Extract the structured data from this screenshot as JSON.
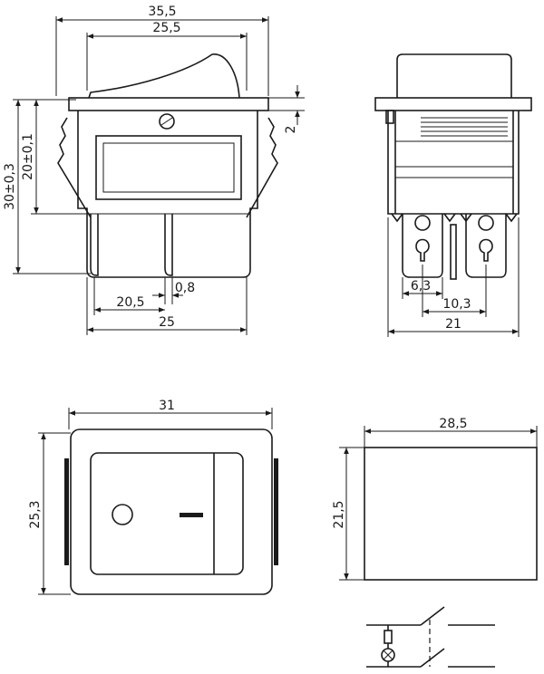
{
  "front_view": {
    "dims": {
      "overall_width": "35,5",
      "rocker_width": "25,5",
      "flange_thickness": "2",
      "total_height": "30±0,3",
      "body_height": "20±0,1",
      "terminal_thickness": "0,8",
      "terminal_spacing": "20,5",
      "body_width": "25"
    }
  },
  "side_view": {
    "dims": {
      "tab_width": "6,3",
      "tab_spacing": "10,3",
      "body_depth": "21"
    }
  },
  "top_view": {
    "dims": {
      "width": "31",
      "height": "25,3"
    },
    "symbols": {
      "off": "O",
      "on": "I"
    }
  },
  "cutout_view": {
    "dims": {
      "width": "28,5",
      "height": "21,5"
    }
  }
}
